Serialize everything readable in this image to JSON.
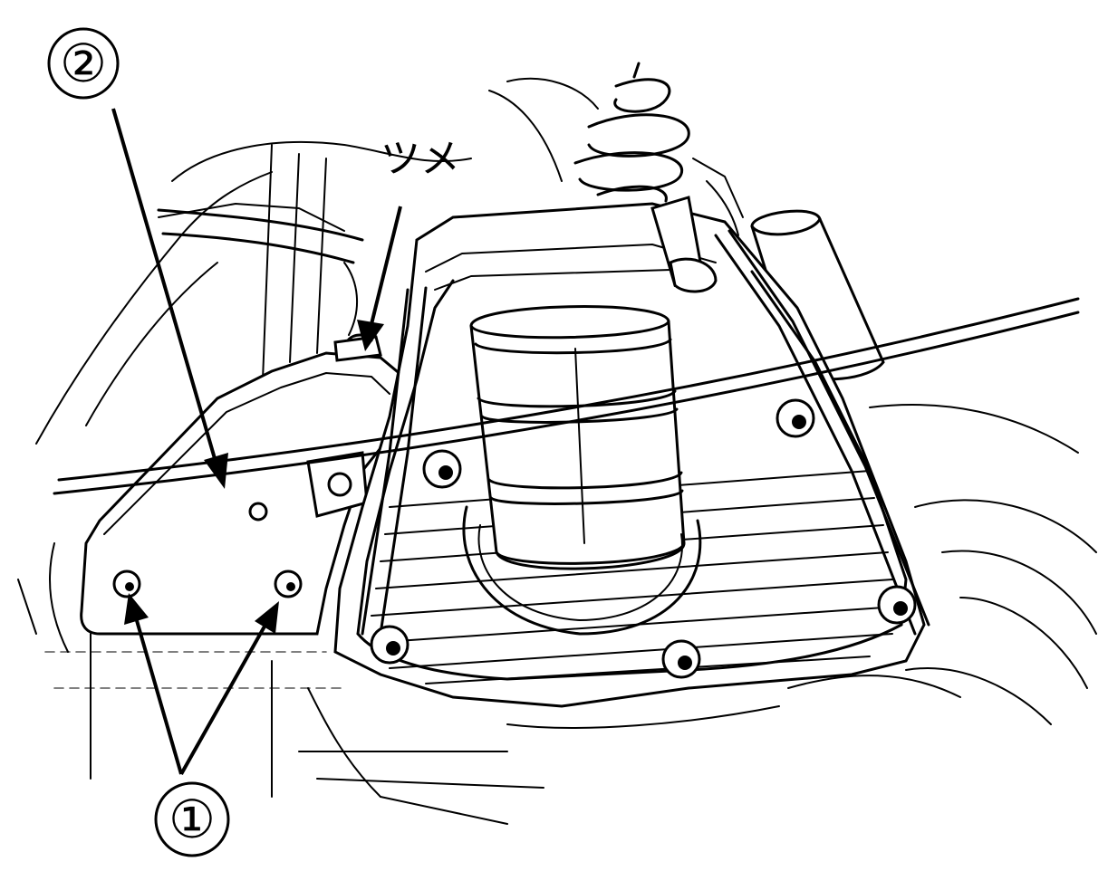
{
  "labels": {
    "callout_1": "①",
    "callout_2": "②",
    "tab_label": "ツメ"
  },
  "colors": {
    "line": "#000000",
    "background": "#ffffff"
  }
}
